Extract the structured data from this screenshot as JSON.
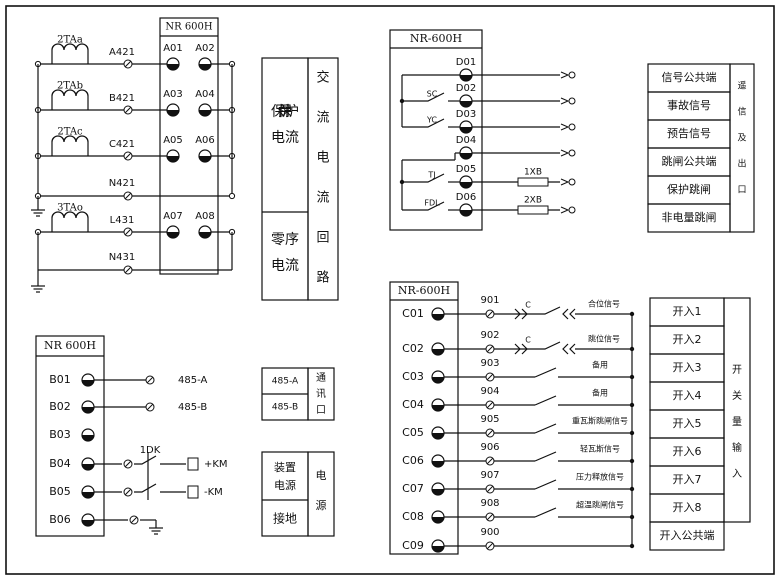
{
  "colors": {
    "ink": "#111111",
    "paper": "#ffffff"
  },
  "ac": {
    "title": "NR 600H",
    "inputs": [
      {
        "coil": "2TAa",
        "wire": "A421",
        "left": "A01",
        "right": "A02"
      },
      {
        "coil": "2TAb",
        "wire": "B421",
        "left": "A03",
        "right": "A04"
      },
      {
        "coil": "2TAc",
        "wire": "C421",
        "left": "A05",
        "right": "A06"
      },
      {
        "coil": "3TAo",
        "wire": "L431",
        "left": "A07",
        "right": "A08"
      }
    ],
    "neutral_1": "N421",
    "neutral_2": "N431",
    "label_protect": "保护电流",
    "label_zero": "零序电流",
    "label_loop": "交流电流回路"
  },
  "signal": {
    "title": "NR-600H",
    "terminals": [
      "D01",
      "D02",
      "D03",
      "D04",
      "D05",
      "D06"
    ],
    "contacts": [
      "SC",
      "YC",
      "TJ",
      "FDL"
    ],
    "plates": [
      "1XB",
      "2XB"
    ],
    "rows": [
      "信号公共端",
      "事故信号",
      "预告信号",
      "跳闸公共端",
      "保护跳闸",
      "非电量跳闸"
    ],
    "side_label": "遥信及出口"
  },
  "comm": {
    "title": "NR 600H",
    "terminals": [
      "B01",
      "B02",
      "B03",
      "B04",
      "B05",
      "B06"
    ],
    "bus": [
      "485-A",
      "485-B"
    ],
    "switch": "1DK",
    "power": [
      "+KM",
      "-KM"
    ],
    "box_485": [
      "485-A",
      "485-B"
    ],
    "label_comm": "通讯口",
    "box_power": [
      "装置电源",
      "接地"
    ],
    "label_power": "电源"
  },
  "input": {
    "title": "NR-600H",
    "terminals": [
      "C01",
      "C02",
      "C03",
      "C04",
      "C05",
      "C06",
      "C07",
      "C08",
      "C09"
    ],
    "wires": [
      "901",
      "902",
      "903",
      "904",
      "905",
      "906",
      "907",
      "908",
      "900"
    ],
    "contact_labels": [
      "合位信号",
      "跳位信号",
      "备用",
      "备用",
      "重瓦斯跳闸信号",
      "轻瓦斯信号",
      "压力释放信号",
      "超温跳闸信号"
    ],
    "rows": [
      "开入1",
      "开入2",
      "开入3",
      "开入4",
      "开入5",
      "开入6",
      "开入7",
      "开入8",
      "开入公共端"
    ],
    "side_label": "开关量输入"
  }
}
